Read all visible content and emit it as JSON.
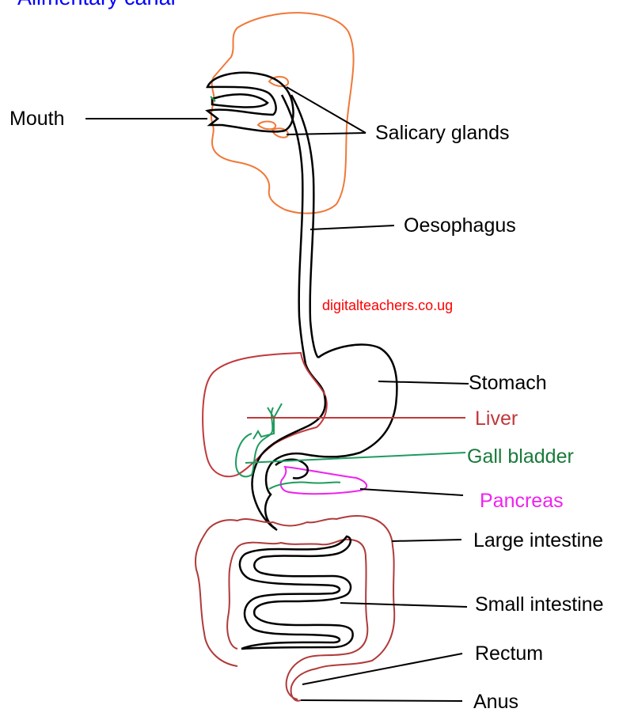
{
  "title": "Alimentary canal",
  "watermark": "digitalteachers.co.ug",
  "labels": {
    "mouth": "Mouth",
    "salivary": "Salicary glands",
    "oesophagus": "Oesophagus",
    "stomach": "Stomach",
    "liver": "Liver",
    "gall_bladder": "Gall bladder",
    "pancreas": "Pancreas",
    "large_intestine": "Large intestine",
    "small_intestine": "Small intestine",
    "rectum": "Rectum",
    "anus": "Anus"
  },
  "colors": {
    "title": "#0000ff",
    "watermark": "#ff0000",
    "head_outline": "#f07838",
    "liver": "#c0393b",
    "gall_bladder": "#1f9b5f",
    "gall_bladder_label": "#1a7a3a",
    "pancreas": "#ee22ee",
    "large_intestine": "#b03a3a",
    "text": "#000000"
  }
}
